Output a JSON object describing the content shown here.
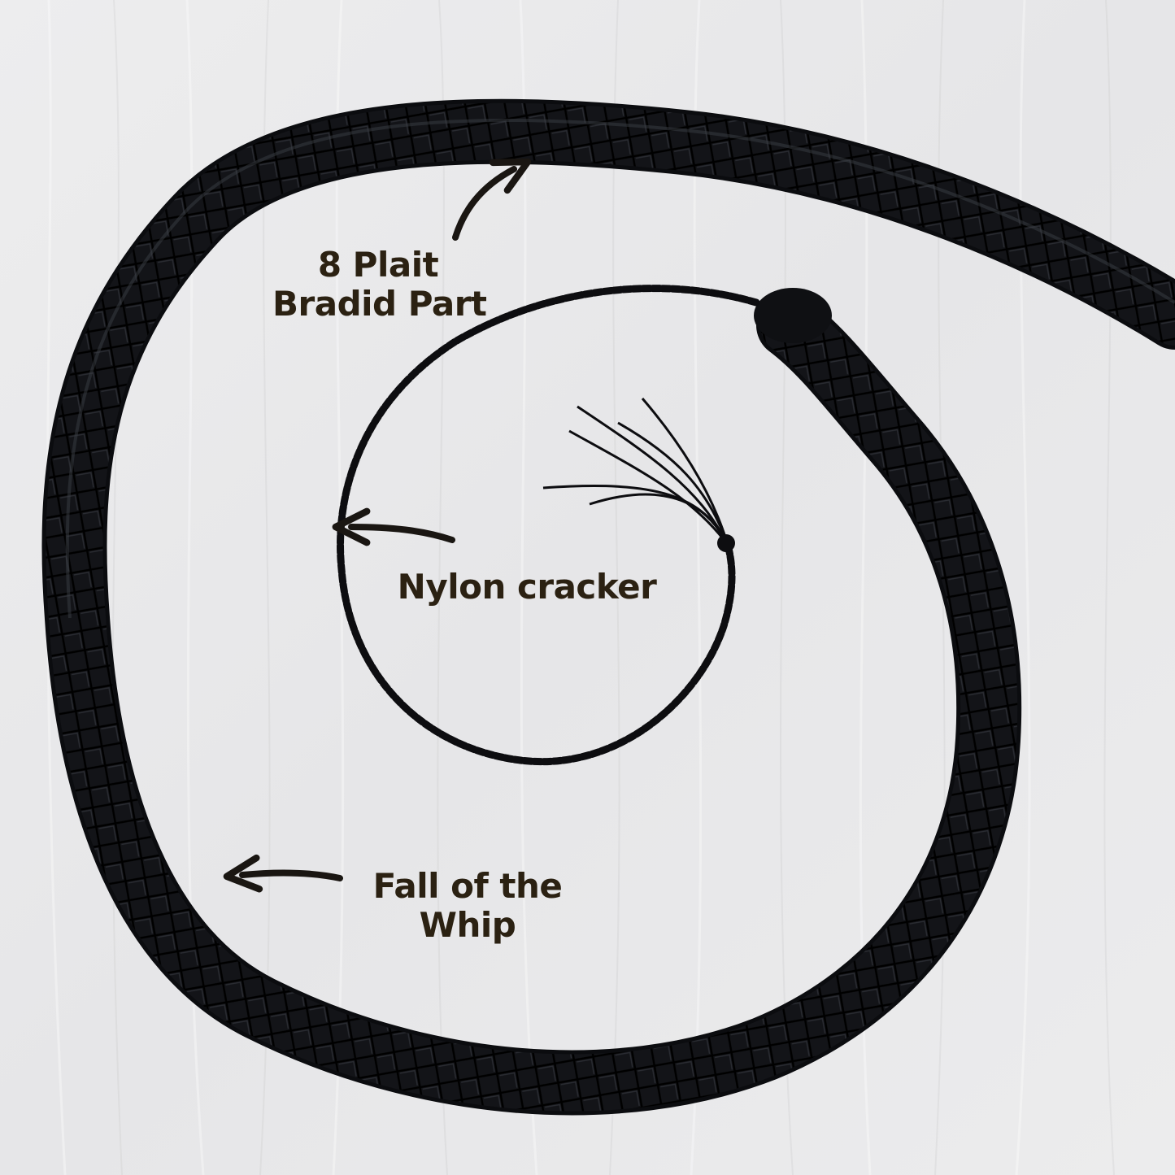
{
  "image": {
    "subject": "black leather bullwhip",
    "background_color": "#e9e9ea",
    "whip_color": "#121316",
    "label_color": "#2b2112"
  },
  "labels": {
    "braided_part": {
      "line1": "8 Plait",
      "line2": "Bradid Part"
    },
    "nylon_cracker": {
      "line1": "Nylon cracker"
    },
    "fall": {
      "line1": "Fall of the",
      "line2": "Whip"
    }
  },
  "icons": {
    "braided_part": "arrow-up-right-icon",
    "nylon_cracker": "arrow-left-icon",
    "fall": "arrow-left-icon"
  }
}
